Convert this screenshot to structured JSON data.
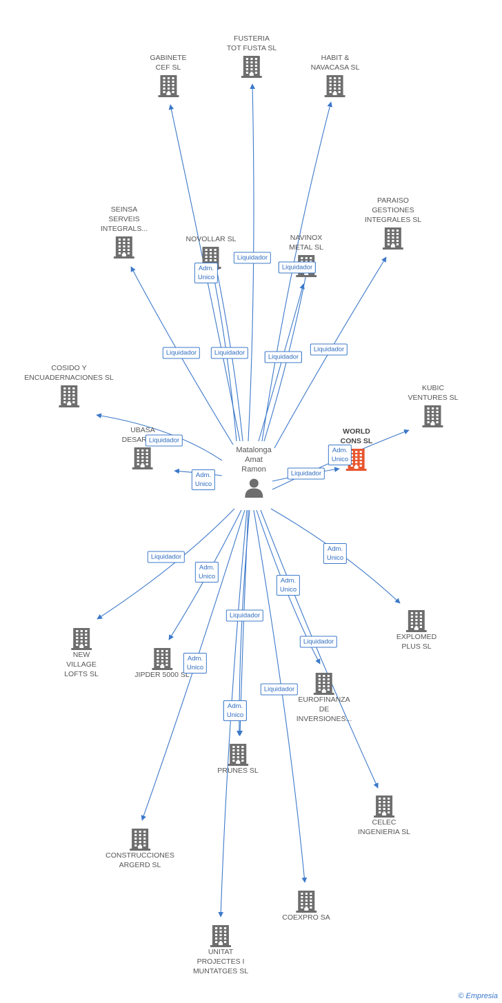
{
  "person": {
    "name": "Matalonga\nAmat\nRamon"
  },
  "colors": {
    "edge": "#3b78c9",
    "node": "#6e6e6e",
    "highlight": "#e8562f",
    "badge_text": "#2f6cc0"
  },
  "companies": [
    {
      "id": "fusteria",
      "name": "FUSTERIA\nTOT FUSTA SL"
    },
    {
      "id": "gabinete",
      "name": "GABINETE\nCEF SL"
    },
    {
      "id": "habit",
      "name": "HABIT &\nNAVACASA SL"
    },
    {
      "id": "paraiso",
      "name": "PARAISO\nGESTIONES\nINTEGRALES SL"
    },
    {
      "id": "seinsa",
      "name": "SEINSA\nSERVEIS\nINTEGRALS..."
    },
    {
      "id": "novollar",
      "name": "NOVOLLAR SL"
    },
    {
      "id": "navinox",
      "name": "NAVINOX\nMETAL  SL"
    },
    {
      "id": "cosido",
      "name": "COSIDO Y\nENCUADERNACIONES SL"
    },
    {
      "id": "kubic",
      "name": "KUBIC\nVENTURES SL"
    },
    {
      "id": "ubasa",
      "name": "UBASA\nDESARRO..."
    },
    {
      "id": "world",
      "name": "WORLD\nCONS SL",
      "highlight": true
    },
    {
      "id": "newvillage",
      "name": "NEW\nVILLAGE\nLOFTS SL"
    },
    {
      "id": "jipder",
      "name": "JIPDER 5000 SL"
    },
    {
      "id": "explomed",
      "name": "EXPLOMED\nPLUS SL"
    },
    {
      "id": "eurofinanza",
      "name": "EUROFINANZA\nDE\nINVERSIONES..."
    },
    {
      "id": "prunes",
      "name": "PRUNES SL"
    },
    {
      "id": "celec",
      "name": "CELEC\nINGENIERIA SL"
    },
    {
      "id": "construcciones",
      "name": "CONSTRUCCIONES\nARGERD SL"
    },
    {
      "id": "coexpro",
      "name": "COEXPRO SA"
    },
    {
      "id": "unitat",
      "name": "UNITAT\nPROJECTES I\nMUNTATGES SL"
    }
  ],
  "relations": [
    {
      "to": "gabinete",
      "role": "Liquidador"
    },
    {
      "to": "fusteria",
      "role": "Liquidador"
    },
    {
      "to": "habit",
      "role": "Liquidador"
    },
    {
      "to": "paraiso",
      "role": "Liquidador"
    },
    {
      "to": "seinsa",
      "role": "Liquidador"
    },
    {
      "to": "novollar",
      "role": "Liquidador"
    },
    {
      "to": "novollar",
      "role": "Adm.\nUnico"
    },
    {
      "to": "navinox",
      "role": "Liquidador"
    },
    {
      "to": "navinox",
      "role": "Liquidador"
    },
    {
      "to": "cosido",
      "role": "Liquidador"
    },
    {
      "to": "ubasa",
      "role": "Adm.\nUnico"
    },
    {
      "to": "kubic",
      "role": "Adm.\nUnico"
    },
    {
      "to": "world",
      "role": "Liquidador"
    },
    {
      "to": "newvillage",
      "role": "Liquidador"
    },
    {
      "to": "jipder",
      "role": "Adm.\nUnico"
    },
    {
      "to": "explomed",
      "role": "Adm.\nUnico"
    },
    {
      "to": "eurofinanza",
      "role": "Adm.\nUnico"
    },
    {
      "to": "celec",
      "role": "Liquidador"
    },
    {
      "to": "prunes",
      "role": "Liquidador"
    },
    {
      "to": "prunes",
      "role": "Adm.\nUnico"
    },
    {
      "to": "construcciones",
      "role": "Adm.\nUnico"
    },
    {
      "to": "coexpro",
      "role": "Liquidador"
    },
    {
      "to": "unitat",
      "role": "Adm.\nUnico"
    }
  ],
  "footer": {
    "copyright": "©",
    "brand": "Empresia"
  }
}
